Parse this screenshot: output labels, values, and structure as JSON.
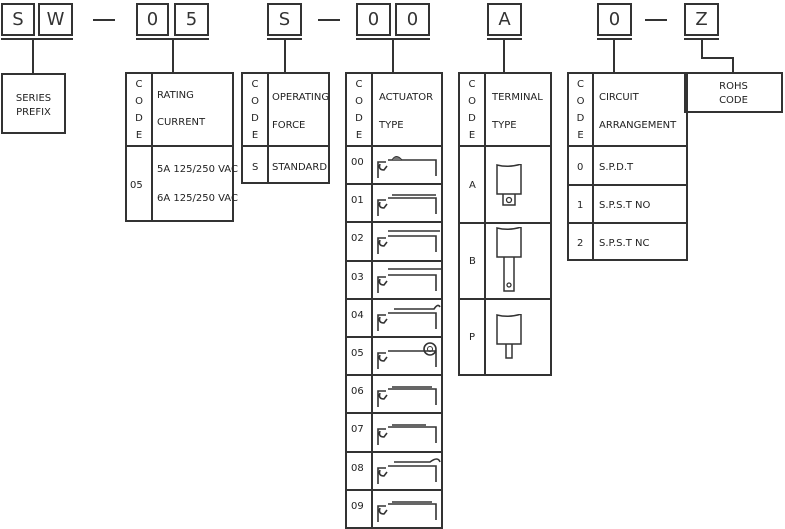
{
  "part_number": {
    "chars": [
      "S",
      "W",
      "0",
      "5",
      "S",
      "0",
      "0",
      "A",
      "0",
      "Z"
    ],
    "dash": "—"
  },
  "series": {
    "label1": "SERIES",
    "label2": "PREFIX"
  },
  "code_letters": [
    "C",
    "O",
    "D",
    "E"
  ],
  "rating": {
    "h1": "RATING",
    "h2": "CURRENT",
    "code": "05",
    "v1": "5A 125/250 VAC",
    "v2": "6A 125/250 VAC"
  },
  "force": {
    "h1": "OPERATING",
    "h2": "FORCE",
    "code": "S",
    "value": "STANDARD"
  },
  "actuator": {
    "h1": "ACTUATOR",
    "h2": "TYPE",
    "codes": [
      "00",
      "01",
      "02",
      "03",
      "04",
      "05",
      "06",
      "07",
      "08",
      "09"
    ]
  },
  "terminal": {
    "h1": "TERMINAL",
    "h2": "TYPE",
    "codes": [
      "A",
      "B",
      "P"
    ]
  },
  "circuit": {
    "h1": "CIRCUIT",
    "h2": "ARRANGEMENT",
    "rows": [
      {
        "code": "0",
        "value": "S.P.D.T"
      },
      {
        "code": "1",
        "value": "S.P.S.T NO"
      },
      {
        "code": "2",
        "value": "S.P.S.T NC"
      }
    ]
  },
  "rohs": {
    "l1": "ROHS",
    "l2": "CODE"
  }
}
